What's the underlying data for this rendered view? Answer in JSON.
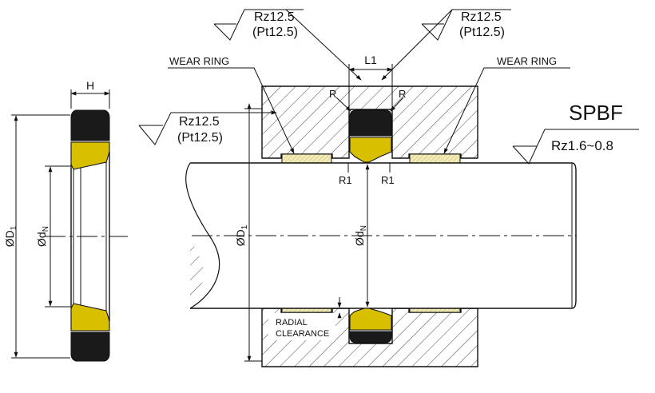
{
  "profile_name": "SPBF",
  "labels": {
    "rz_top_left": "Rz12.5",
    "pt_top_left": "(Pt12.5)",
    "rz_top_right": "Rz12.5",
    "pt_top_right": "(Pt12.5)",
    "rz_groove": "Rz12.5",
    "pt_groove": "(Pt12.5)",
    "rz_rod": "Rz1.6~0.8",
    "wear_ring_left": "WEAR RING",
    "wear_ring_right": "WEAR RING",
    "groove_length": "L1",
    "height": "H",
    "radius_left": "R",
    "radius_right": "R",
    "r1_left": "R1",
    "r1_right": "R1",
    "radial_clearance_line1": "RADIAL",
    "radial_clearance_line2": "CLEARANCE",
    "d1_section_symbol": "ØD",
    "d1_section_sub": "1",
    "dn_section_symbol": "Ød",
    "dn_section_sub": "N",
    "d1_main_symbol": "ØD",
    "d1_main_sub": "1",
    "dn_main_symbol": "Ød",
    "dn_main_sub": "N"
  },
  "colors": {
    "seal_black": "#1a1a1a",
    "seal_gold": "#d8c000",
    "wear_ring": "#f2ecb4",
    "line": "#111111"
  }
}
